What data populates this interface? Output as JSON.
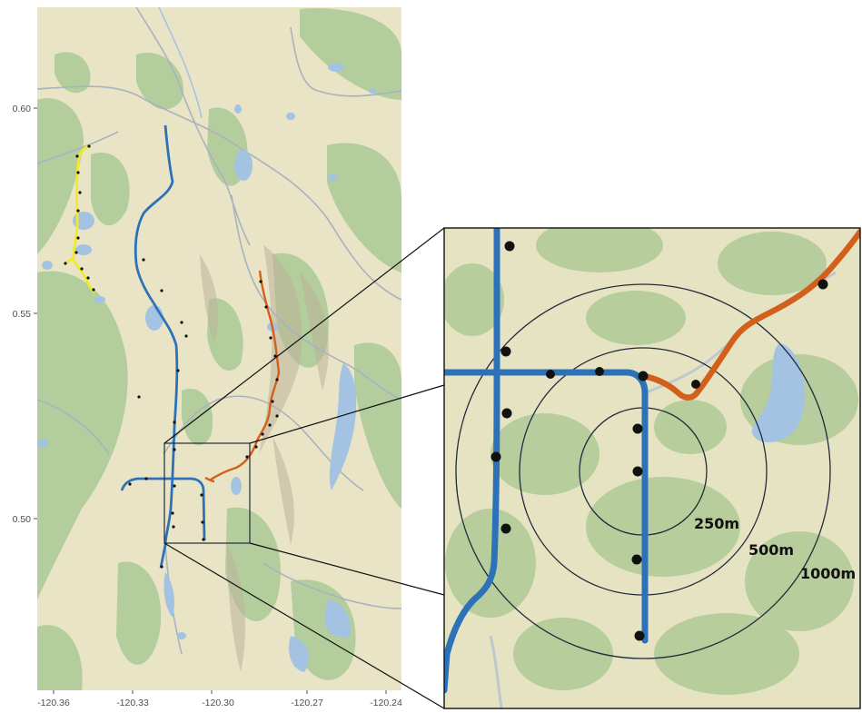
{
  "map": {
    "axes": {
      "x_ticks": [
        "-120.36",
        "-120.33",
        "-120.30",
        "-120.27",
        "-120.24"
      ],
      "y_ticks": [
        "0.60",
        "0.55",
        "0.50"
      ]
    },
    "colors": {
      "terrain": "#e9e4c6",
      "forest": "#aac995",
      "water": "#a4c3e3",
      "road": "#a9b2bf",
      "route_blue": "#2d72b8",
      "route_orange": "#d2601a",
      "route_yellow": "#f2ea27",
      "points": "#111111",
      "frame": "#1f2b3a"
    },
    "routes": [
      {
        "name": "blue",
        "color": "#2d72b8"
      },
      {
        "name": "orange",
        "color": "#d2601a"
      },
      {
        "name": "yellow",
        "color": "#f2ea27"
      }
    ]
  },
  "inset": {
    "buffer_labels": [
      "250m",
      "500m",
      "1000m"
    ]
  }
}
